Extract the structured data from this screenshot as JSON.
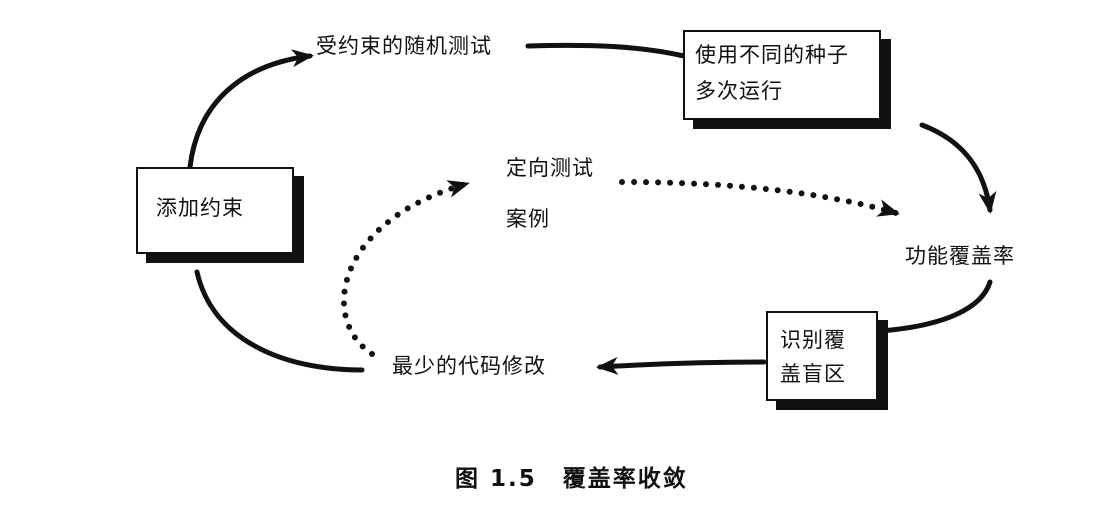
{
  "diagram": {
    "nodes": {
      "constrained_random": "受约束的随机测试",
      "multi_seed_line1": "使用不同的种子",
      "multi_seed_line2": "多次运行",
      "func_coverage": "功能覆盖率",
      "identify_holes_line1": "识别覆",
      "identify_holes_line2": "盖盲区",
      "min_code_change": "最少的代码修改",
      "add_constraints": "添加约束",
      "directed_line1": "定向测试",
      "directed_line2": "案例"
    },
    "edges": [
      {
        "from": "add_constraints",
        "to": "constrained_random",
        "style": "solid"
      },
      {
        "from": "constrained_random",
        "to": "multi_seed",
        "style": "solid"
      },
      {
        "from": "multi_seed",
        "to": "func_coverage",
        "style": "solid"
      },
      {
        "from": "func_coverage",
        "to": "identify_holes",
        "style": "solid"
      },
      {
        "from": "identify_holes",
        "to": "min_code_change",
        "style": "solid"
      },
      {
        "from": "min_code_change",
        "to": "add_constraints",
        "style": "solid"
      },
      {
        "from": "min_code_change",
        "to": "directed",
        "style": "dotted"
      },
      {
        "from": "directed",
        "to": "func_coverage",
        "style": "dotted"
      }
    ],
    "colors": {
      "ink": "#111111",
      "background": "#ffffff"
    }
  },
  "caption": {
    "figure_number": "图 1.5",
    "title": "覆盖率收敛"
  }
}
